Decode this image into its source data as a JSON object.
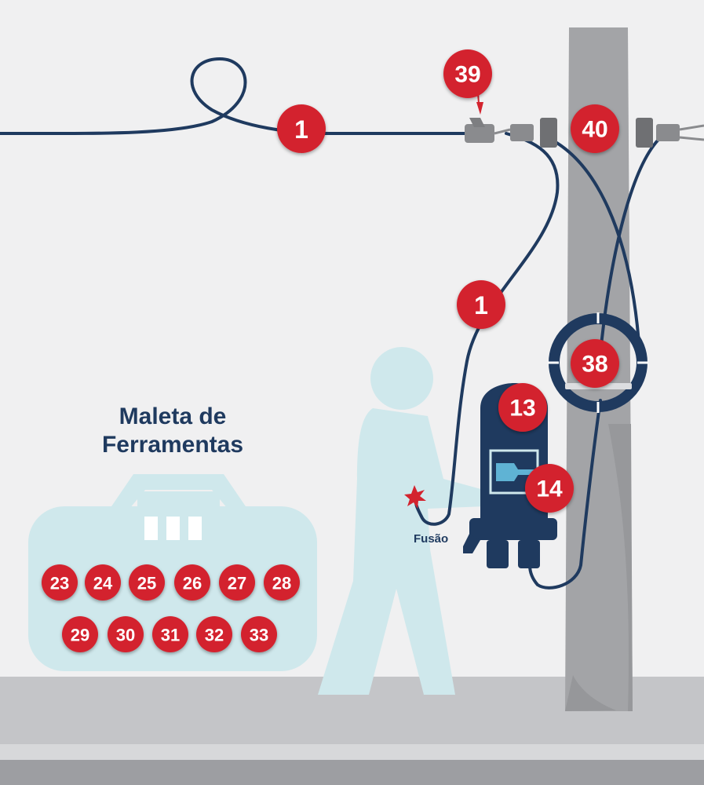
{
  "toolbox": {
    "title_line1": "Maleta de",
    "title_line2": "Ferramentas"
  },
  "labels": {
    "fusion": "Fusão"
  },
  "badges": {
    "cable_top": "1",
    "cable_down": "1",
    "anchor_clamp": "39",
    "suspension_clamp": "40",
    "reserve_loop": "38",
    "closure_top": "13",
    "closure_mid": "14",
    "tools": [
      "23",
      "24",
      "25",
      "26",
      "27",
      "28",
      "29",
      "30",
      "31",
      "32",
      "33"
    ]
  },
  "colors": {
    "badge": "#d3232e",
    "cable": "#1f3a5f",
    "pole": "#a3a4a7",
    "ground": "#c4c5c8",
    "figure": "#cfe8ec",
    "background": "#f0f0f1"
  }
}
